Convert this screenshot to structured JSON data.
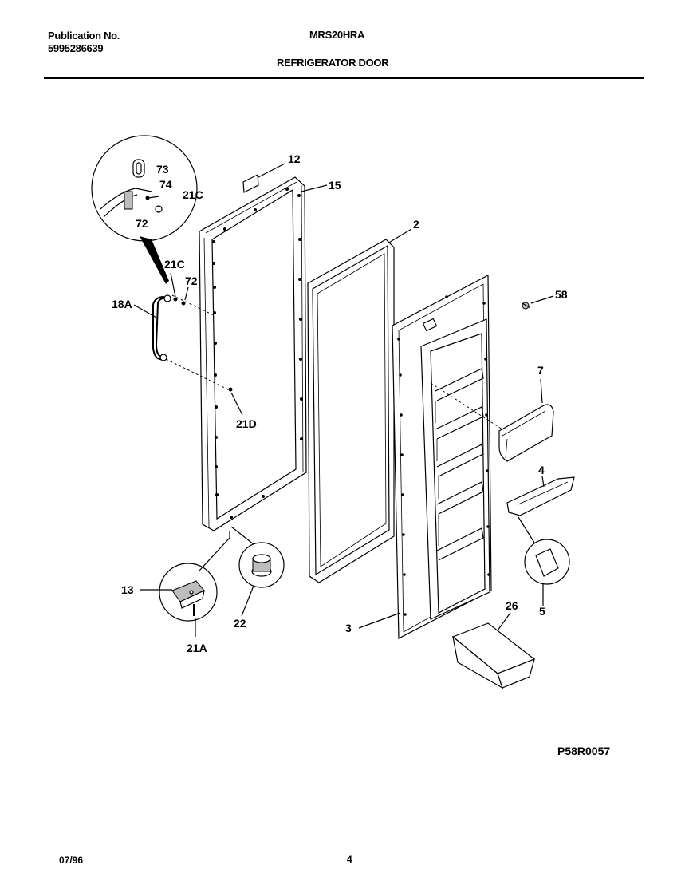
{
  "header": {
    "publication_label": "Publication No.",
    "publication_number": "5995286639",
    "model": "MRS20HRA",
    "section_title": "REFRIGERATOR DOOR"
  },
  "callouts": {
    "c12": "12",
    "c15": "15",
    "c2": "2",
    "c73": "73",
    "c74": "74",
    "c21C_top": "21C",
    "c72_top": "72",
    "c21C": "21C",
    "c72": "72",
    "c18A": "18A",
    "c21D": "21D",
    "c58": "58",
    "c7": "7",
    "c4": "4",
    "c5": "5",
    "c13": "13",
    "c21A": "21A",
    "c22": "22",
    "c3": "3",
    "c26": "26"
  },
  "footer": {
    "drawing_number": "P58R0057",
    "date": "07/96",
    "page": "4"
  }
}
